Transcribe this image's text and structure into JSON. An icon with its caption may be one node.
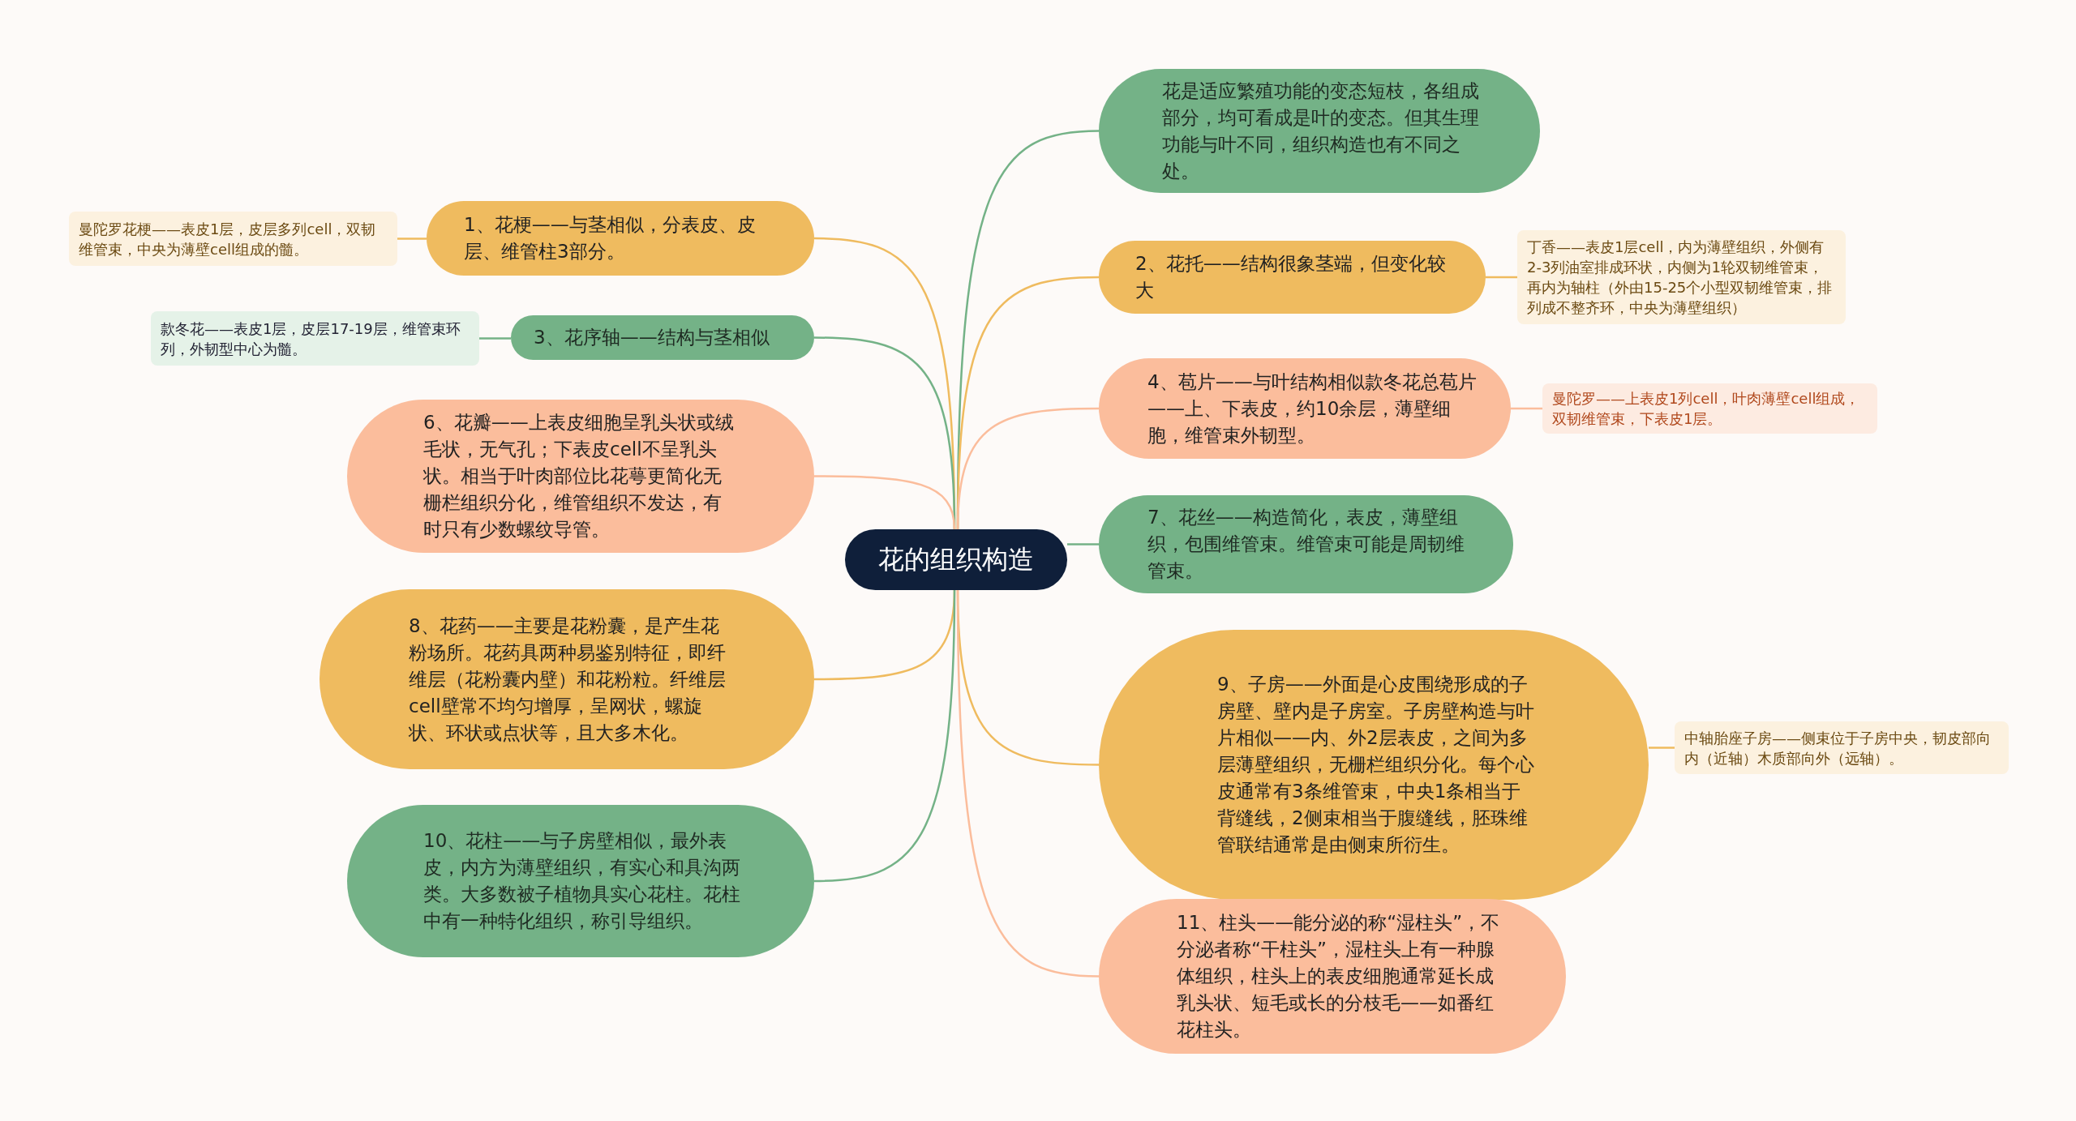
{
  "diagram": {
    "nodes": [
      {
        "text": [
          "花的组织构造"
        ]
      },
      {
        "text": [
          "花是适应繁殖功能的变态短枝，各组成部分，均可看成是叶的变态。但其生理功能与叶不同，组织构造也有不同之处。"
        ]
      },
      {
        "text": [
          "1、花梗——与茎相似，分表皮、皮层、维管柱3部分。"
        ]
      },
      {
        "text": [
          "曼陀罗花梗——表皮1层，皮层多列cell，双韧维管束，中央为薄壁cell组成的髓。"
        ]
      },
      {
        "text": [
          "2、花托——结构很象茎端，但变化较大"
        ]
      },
      {
        "text": [
          "丁香——表皮1层cell，内为薄壁组织，外侧有2-3列油室排成环状，内侧为1轮双韧维管束，再内为轴柱（外由15-25个小型双韧维管束，排列成不整齐环，中央为薄壁组织）"
        ]
      },
      {
        "text": [
          "3、花序轴——结构与茎相似"
        ]
      },
      {
        "text": [
          "款冬花——表皮1层，皮层17-19层，维管束环列，外韧型中心为髓。"
        ]
      },
      {
        "text": [
          "4、苞片——与叶结构相似款冬花总苞片——上、下表皮，约10余层，薄壁细胞，维管束外韧型。"
        ]
      },
      {
        "text": [
          "曼陀罗——上表皮1列cell，叶肉薄壁cell组成，双韧维管束，下表皮1层。"
        ]
      },
      {
        "text": [
          "6、花瓣——上表皮细胞呈乳头状或绒毛状，无气孔；下表皮cell不呈乳头状。相当于叶肉部位比花萼更简化无栅栏组织分化，维管组织不发达，有时只有少数螺纹导管。"
        ]
      },
      {
        "text": [
          "7、花丝——构造简化，表皮，薄壁组织，包围维管束。维管束可能是周韧维管束。"
        ]
      },
      {
        "text": [
          "8、花药——主要是花粉囊，是产生花粉场所。花药具两种易鉴别特征，即纤维层（花粉囊内壁）和花粉粒。纤维层cell壁常不均匀增厚，呈网状，螺旋状、环状或点状等，且大多木化。"
        ]
      },
      {
        "text": [
          "9、子房——外面是心皮围绕形成的子房壁、壁内是子房室。子房壁构造与叶片相似——内、外2层表皮，之间为多层薄壁组织，无栅栏组织分化。每个心皮通常有3条维管束，中央1条相当于背缝线，2侧束相当于腹缝线，胚珠维管联结通常是由侧束所衍生。"
        ]
      },
      {
        "text": [
          "中轴胎座子房——侧束位于子房中央，韧皮部向内（近轴）木质部向外（远轴）。"
        ]
      },
      {
        "text": [
          "10、花柱——与子房壁相似，最外表皮，内方为薄壁组织，有实心和具沟两类。大多数被子植物具实心花柱。花柱中有一种特化组织，称引导组织。"
        ]
      },
      {
        "text": [
          "11、柱头——能分泌的称“湿柱头”，不分泌者称“干柱头”，湿柱头上有一种腺体组织，柱头上的表皮细胞通常延长成乳头状、短毛或长的分枝毛——如番红花柱头。"
        ]
      }
    ],
    "edges": [
      {
        "from": 0,
        "to": 1,
        "arrow": "none",
        "color": "#74b287"
      },
      {
        "from": 0,
        "to": 2,
        "arrow": "none",
        "color": "#efbb5f"
      },
      {
        "from": 2,
        "to": 3,
        "arrow": "none",
        "color": "#efbb5f"
      },
      {
        "from": 0,
        "to": 4,
        "arrow": "none",
        "color": "#efbb5f"
      },
      {
        "from": 4,
        "to": 5,
        "arrow": "none",
        "color": "#efbb5f"
      },
      {
        "from": 0,
        "to": 6,
        "arrow": "none",
        "color": "#74b287"
      },
      {
        "from": 6,
        "to": 7,
        "arrow": "none",
        "color": "#74b287"
      },
      {
        "from": 0,
        "to": 8,
        "arrow": "none",
        "color": "#fbbd9c"
      },
      {
        "from": 8,
        "to": 9,
        "arrow": "none",
        "color": "#fbbd9c"
      },
      {
        "from": 0,
        "to": 10,
        "arrow": "none",
        "color": "#fbbd9c"
      },
      {
        "from": 0,
        "to": 11,
        "arrow": "none",
        "color": "#74b287"
      },
      {
        "from": 0,
        "to": 12,
        "arrow": "none",
        "color": "#efbb5f"
      },
      {
        "from": 0,
        "to": 13,
        "arrow": "none",
        "color": "#efbb5f"
      },
      {
        "from": 13,
        "to": 14,
        "arrow": "none",
        "color": "#efbb5f"
      },
      {
        "from": 0,
        "to": 15,
        "arrow": "none",
        "color": "#74b287"
      },
      {
        "from": 0,
        "to": 16,
        "arrow": "none",
        "color": "#fbbd9c"
      }
    ]
  }
}
